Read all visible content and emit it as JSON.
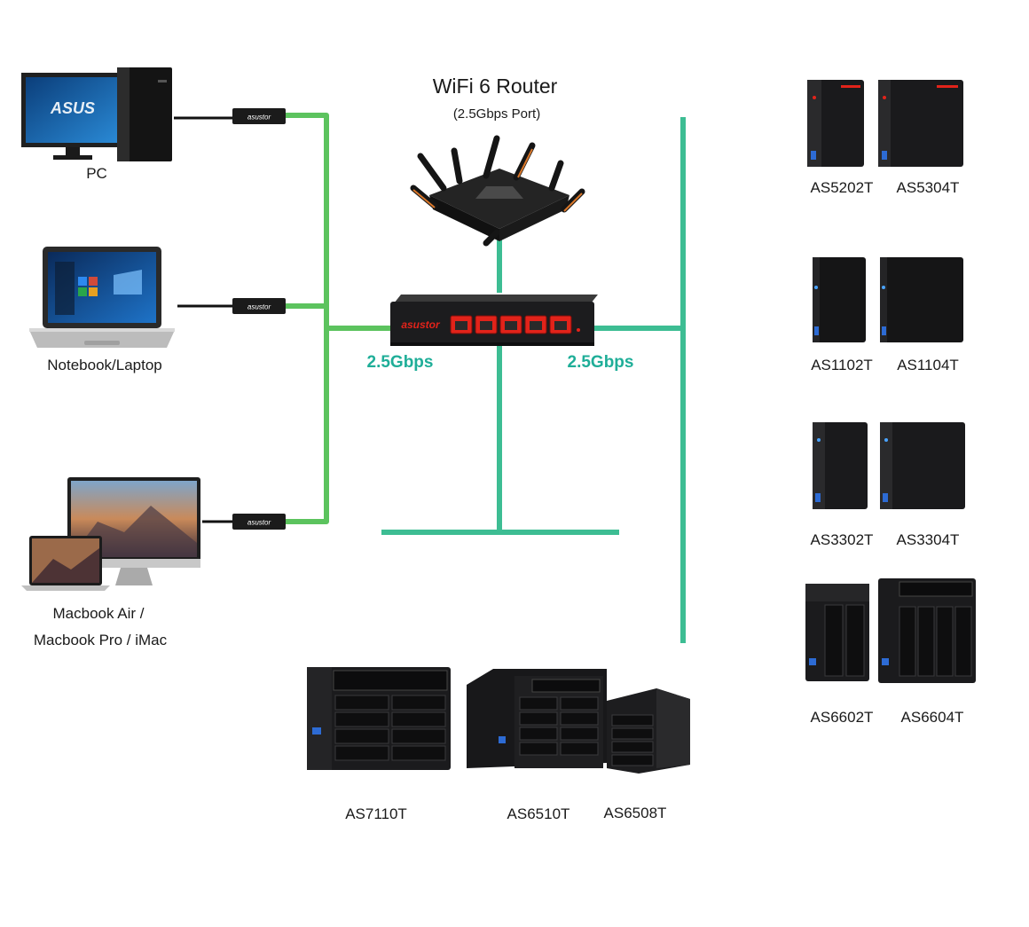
{
  "router": {
    "title": "WiFi 6 Router",
    "subtitle": "(2.5Gbps Port)"
  },
  "switch": {
    "brand": "asustor",
    "speed_left": "2.5Gbps",
    "speed_right": "2.5Gbps"
  },
  "adapter_brand": "asustor",
  "clients": {
    "pc": "PC",
    "laptop": "Notebook/Laptop",
    "mac_line1": "Macbook Air /",
    "mac_line2": "Macbook Pro / iMac",
    "pc_screen_logo": "ASUS"
  },
  "nas_right": [
    {
      "left": "AS5202T",
      "right": "AS5304T"
    },
    {
      "left": "AS1102T",
      "right": "AS1104T"
    },
    {
      "left": "AS3302T",
      "right": "AS3304T"
    },
    {
      "left": "AS6602T",
      "right": "AS6604T"
    }
  ],
  "nas_bottom": [
    "AS7110T",
    "AS6510T",
    "AS6508T"
  ],
  "colors": {
    "client_line": "#5cc35e",
    "nas_line": "#3dbd93",
    "speed_text": "#1fae98",
    "accent_red": "#e2231a",
    "device_dark": "#1c1c1e"
  }
}
